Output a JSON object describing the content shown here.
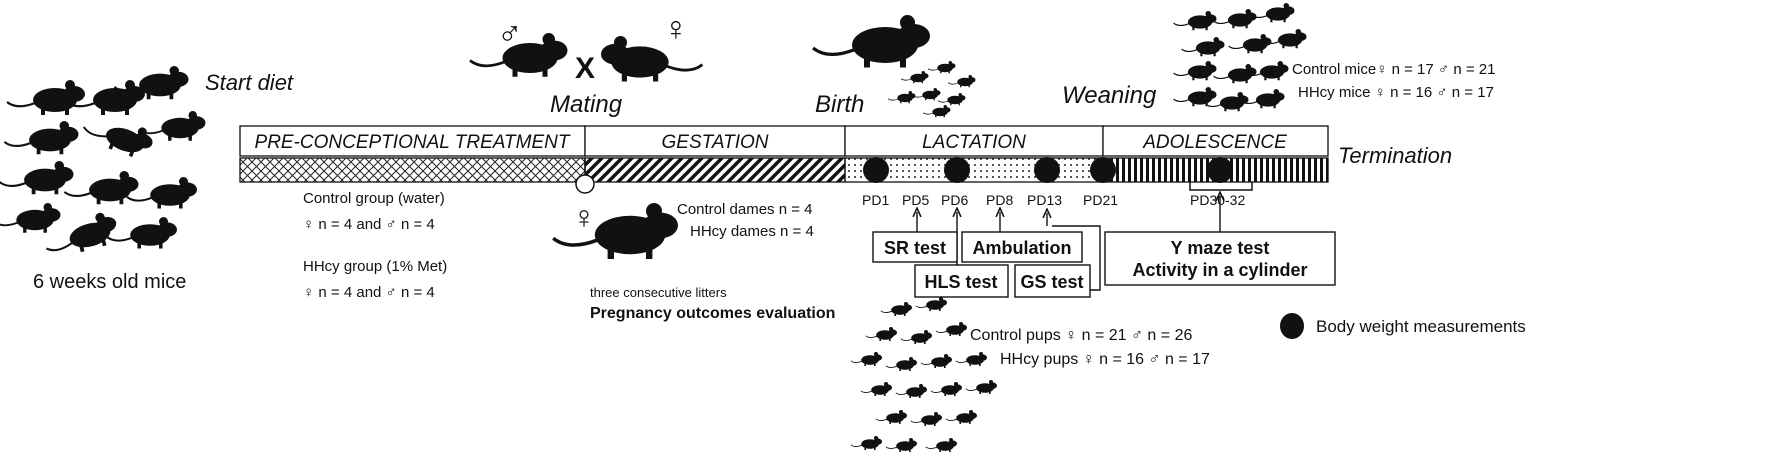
{
  "labels": {
    "start_diet": "Start diet",
    "six_weeks": "6 weeks old mice",
    "mating": "Mating",
    "birth": "Birth",
    "weaning": "Weaning",
    "termination": "Termination",
    "cross": "X",
    "male_symbol": "♂",
    "female_symbol": "♀"
  },
  "phases": [
    {
      "label": "PRE-CONCEPTIONAL TREATMENT",
      "pattern": "crosshatch"
    },
    {
      "label": "GESTATION",
      "pattern": "diagonal"
    },
    {
      "label": "LACTATION",
      "pattern": "dots"
    },
    {
      "label": "ADOLESCENCE",
      "pattern": "vertical"
    }
  ],
  "timepoints": [
    "PD1",
    "PD5",
    "PD6",
    "PD8",
    "PD13",
    "PD21",
    "PD30-32"
  ],
  "groups": {
    "control_title": "Control group (water)",
    "control_n": "♀ n = 4 and ♂ n = 4",
    "hhcy_title": "HHcy group (1% Met)",
    "hhcy_n": "♀ n = 4 and ♂ n = 4"
  },
  "dames": {
    "control": "Control dames  n = 4",
    "hhcy": "HHcy dames  n = 4",
    "litters": "three consecutive litters",
    "outcomes": "Pregnancy outcomes evaluation"
  },
  "pups": {
    "control": "Control pups ♀ n = 21 ♂ n = 26",
    "hhcy": "HHcy pups ♀ n = 16 ♂ n = 17"
  },
  "weaned": {
    "control": "Control mice♀ n = 17 ♂ n = 21",
    "hhcy": "HHcy mice ♀ n = 16 ♂ n = 17"
  },
  "tests": {
    "sr": "SR test",
    "ambulation": "Ambulation",
    "hls": "HLS test",
    "gs": "GS test",
    "ymaze": "Y maze test",
    "cylinder": "Activity in a cylinder"
  },
  "legend": {
    "body_weight": "Body weight measurements"
  }
}
